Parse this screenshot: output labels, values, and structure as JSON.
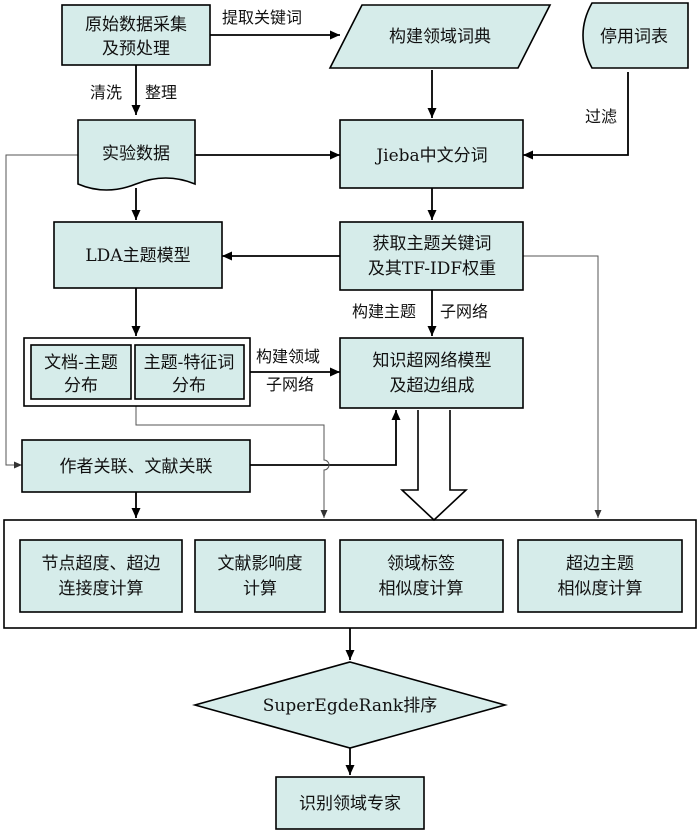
{
  "nodes": {
    "raw_data": [
      "原始数据采集",
      "及预处理"
    ],
    "domain_dict": "构建领域词典",
    "stopwords": "停用词表",
    "experiment_data": "实验数据",
    "jieba": "Jieba中文分词",
    "lda": "LDA主题模型",
    "topic_keywords": [
      "获取主题关键词",
      "及其TF-IDF权重"
    ],
    "doc_topic": [
      "文档-主题",
      "分布"
    ],
    "topic_word": [
      "主题-特征词",
      "分布"
    ],
    "hypernetwork": [
      "知识超网络模型",
      "及超边组成"
    ],
    "author_relation": "作者关联、文献关联",
    "node_degree": [
      "节点超度、超边",
      "连接度计算"
    ],
    "lit_influence": [
      "文献影响度",
      "计算"
    ],
    "domain_tag": [
      "领域标签",
      "相似度计算"
    ],
    "hyperedge_topic": [
      "超边主题",
      "相似度计算"
    ],
    "rank": "SuperEgdeRank排序",
    "experts": "识别领域专家"
  },
  "edge_labels": {
    "extract_keywords": "提取关键词",
    "clean": "清洗",
    "organize": "整理",
    "filter": "过滤",
    "build_topic_subnet": "构建主题",
    "subnet": "子网络",
    "build_domain": "构建领域",
    "domain_subnet": "子网络"
  }
}
